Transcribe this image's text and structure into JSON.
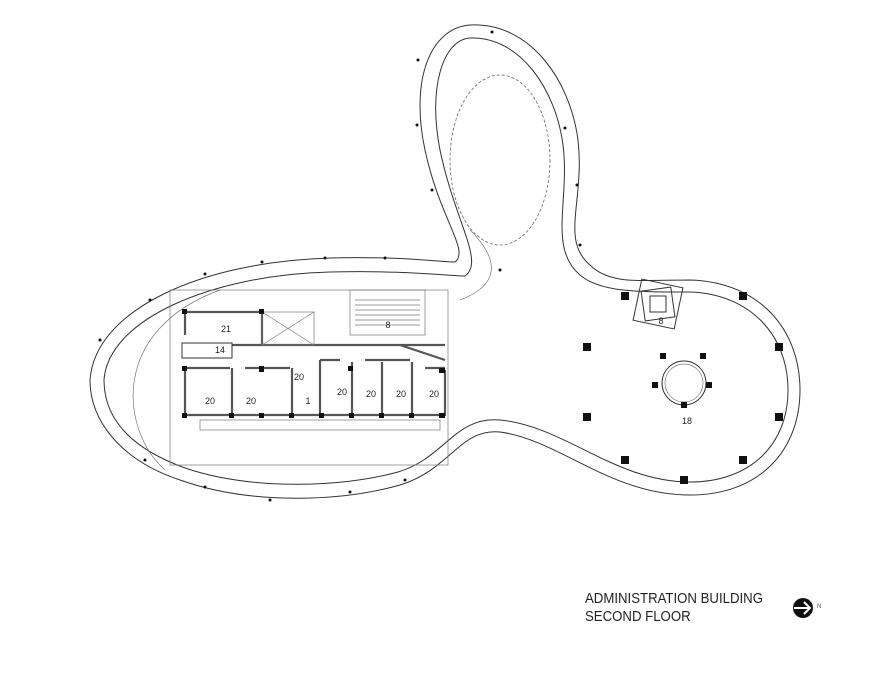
{
  "plan": {
    "title_line1": "ADMINISTRATION BUILDING",
    "title_line2": "SECOND FLOOR",
    "north_label": "N",
    "rooms": {
      "r21": "21",
      "r14": "14",
      "r8_stair": "8",
      "r20_center": "20",
      "r20_a": "20",
      "r20_b": "20",
      "r20_c": "20",
      "r20_d": "20",
      "r20_e": "20",
      "r20_f": "20",
      "r1": "1",
      "r8_tower": "8",
      "r18": "18"
    }
  }
}
